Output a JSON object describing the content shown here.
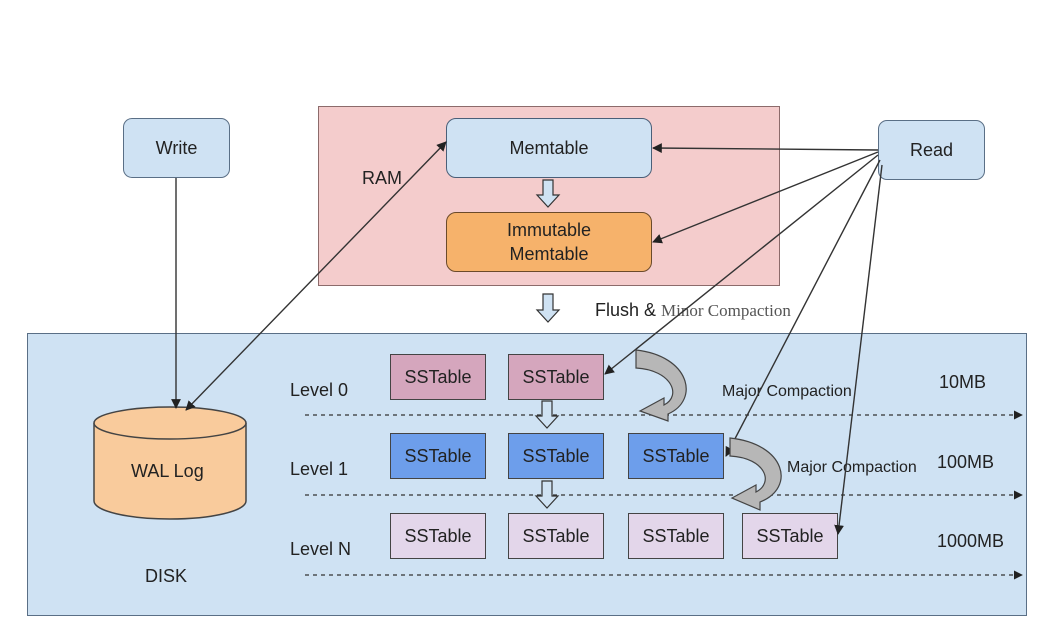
{
  "nodes": {
    "write": "Write",
    "read": "Read",
    "memtable": "Memtable",
    "immutable_line1": "Immutable",
    "immutable_line2": "Memtable",
    "wal": "WAL Log"
  },
  "regions": {
    "ram": "RAM",
    "disk": "DISK"
  },
  "flush": {
    "prefix": "Flush & ",
    "suffix": "Minor Compaction"
  },
  "levels": [
    {
      "label": "Level 0",
      "size": "10MB",
      "tables": [
        "SSTable",
        "SSTable"
      ]
    },
    {
      "label": "Level 1",
      "size": "100MB",
      "tables": [
        "SSTable",
        "SSTable",
        "SSTable"
      ]
    },
    {
      "label": "Level N",
      "size": "1000MB",
      "tables": [
        "SSTable",
        "SSTable",
        "SSTable",
        "SSTable"
      ]
    }
  ],
  "compaction": {
    "first": "Major Compaction",
    "second": "Major Compaction"
  },
  "colors": {
    "ram_region": "#f4cccc",
    "disk_region": "#cfe2f3",
    "memtable": "#cfe2f3",
    "immutable_memtable": "#f6b26b",
    "wal_log": "#f9cb9c",
    "level0_sstable": "#d5a6bd",
    "level1_sstable": "#6d9eeb",
    "levelN_sstable": "#e3d6ea"
  }
}
